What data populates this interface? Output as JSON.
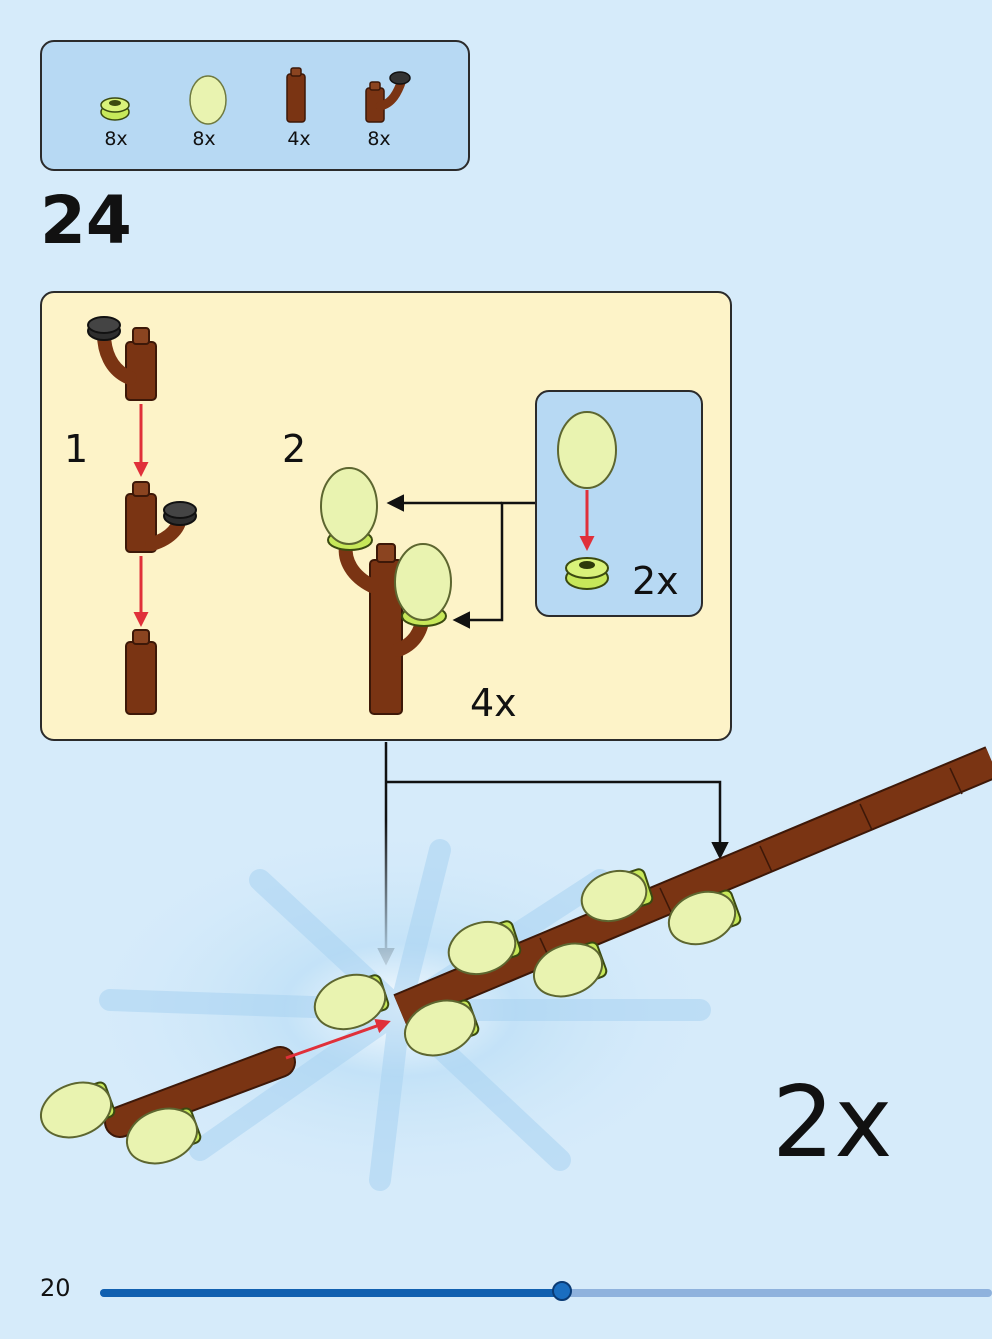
{
  "parts_list": {
    "items": [
      {
        "name": "round-plate-icon",
        "count": "8x"
      },
      {
        "name": "egg-piece-icon",
        "count": "8x"
      },
      {
        "name": "brown-cylinder-icon",
        "count": "4x"
      },
      {
        "name": "branch-piece-icon",
        "count": "8x"
      }
    ]
  },
  "step": {
    "number": "24"
  },
  "sub_assembly": {
    "sub_step_1": "1",
    "sub_step_2": "2",
    "repeat": "4x",
    "inner_box": {
      "repeat": "2x"
    }
  },
  "main": {
    "repeat": "2x"
  },
  "footer": {
    "page_number": "20",
    "progress": 0.518
  },
  "colors": {
    "background": "#d6ebfa",
    "parts_box": "#b7d9f3",
    "sub_box": "#fdf3c8",
    "brown": "#7a3413",
    "egg": "#e9f3b0",
    "lime": "#c7e85a",
    "arrow_red": "#e0303a",
    "progress": "#1160b0"
  }
}
